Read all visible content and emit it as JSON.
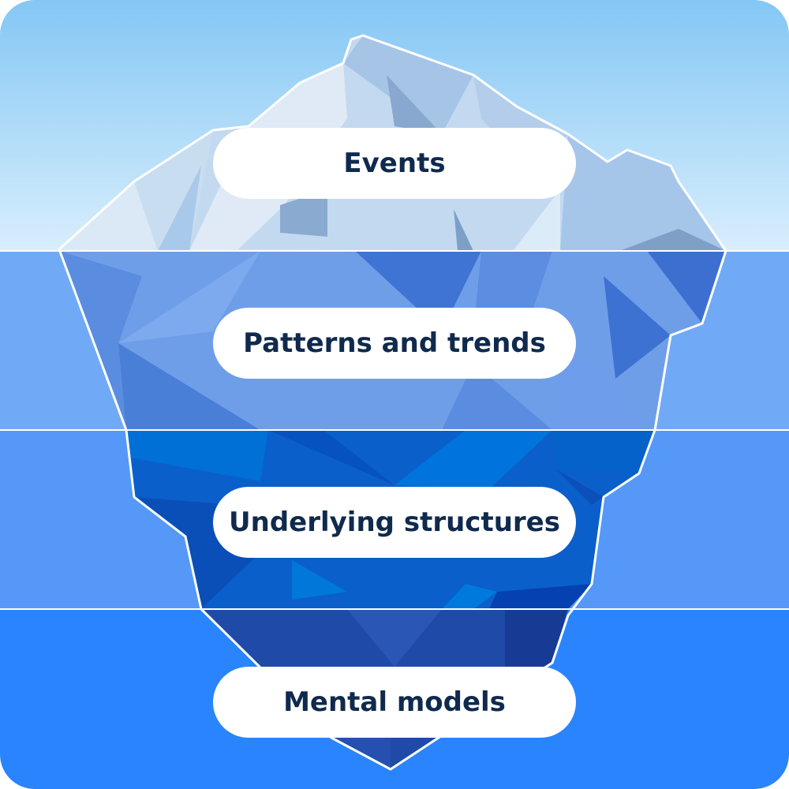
{
  "title": "Iceberg model",
  "layers": [
    {
      "label": "Events",
      "color": "#9fd4f8"
    },
    {
      "label": "Patterns and trends",
      "color": "#70aaf6"
    },
    {
      "label": "Underlying structures",
      "color": "#5598f8"
    },
    {
      "label": "Mental models",
      "color": "#2a84fd"
    }
  ],
  "colors": {
    "text": "#0f2a4d",
    "pill": "#ffffff",
    "outline": "#ffffff"
  }
}
